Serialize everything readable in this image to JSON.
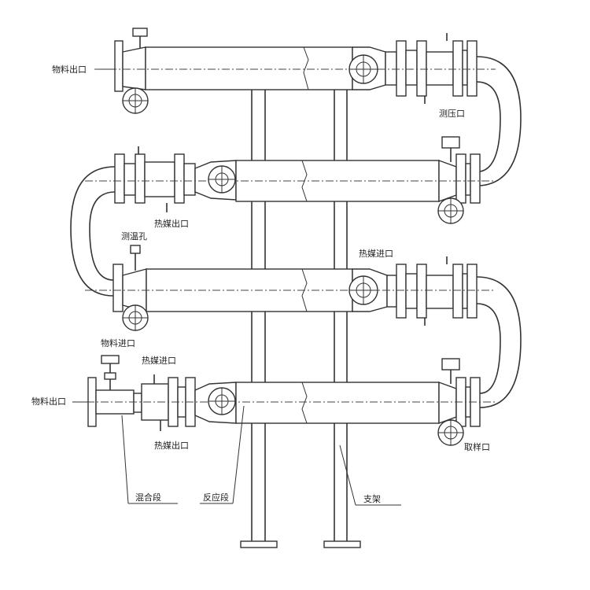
{
  "labels": {
    "material_outlet_top": "物料出口",
    "pressure_port": "测压口",
    "heat_medium_outlet_upper": "热媒出口",
    "temperature_port": "测温孔",
    "heat_medium_inlet_middle": "热媒进口",
    "material_inlet": "物料进口",
    "heat_medium_inlet_lower": "热媒进口",
    "material_outlet_bottom": "物料出口",
    "heat_medium_outlet_lower": "热媒出口",
    "sampling_port": "取样口",
    "mixing_section": "混合段",
    "reaction_section": "反应段",
    "support": "支架"
  }
}
